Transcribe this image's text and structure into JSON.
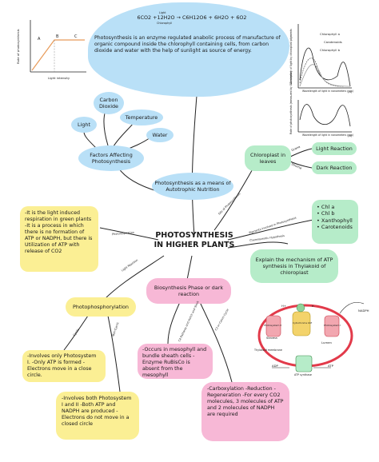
{
  "colors": {
    "blue": "#b9e0f7",
    "green": "#b6ecc9",
    "pink": "#f7b8d6",
    "yellow": "#fbef94",
    "ring": "#e23a4a",
    "membrane": "#8fd39a",
    "line": "#222222"
  },
  "top": {
    "equation": "6CO2 +12H2O → C6H12O6 + 6H2O + 6O2",
    "arrow_above": "Light",
    "arrow_below": "Chlorophyll",
    "definition": "Photosynthesis is an enzyme regulated anabolic process of manufacture of organic compound inside the chlorophyll containing cells, from carbon dioxide and water with the help of sunlight as source of energy."
  },
  "light_graph": {
    "ylabel": "Rate of photosynthesis",
    "xlabel": "Light intensity",
    "points": [
      "A",
      "B",
      "C"
    ]
  },
  "spectra": {
    "legend": [
      "Chlorophyll a",
      "Carotenoids",
      "Chlorophyll b"
    ],
    "top_ylabel": "Absorption of light by chloroplast pigments",
    "top_xlabel": "Wavelength of light in nanometers (nm)",
    "top_tag": "(a)",
    "bottom_ylabel": "Rate of photosynthesis (measured by O2 release)",
    "bottom_xlabel": "Wavelength of light in nanometers (nm)",
    "bottom_tag": "(b)",
    "ticks": [
      "400",
      "500",
      "600",
      "700"
    ]
  },
  "factors": {
    "title": "Factors Affecting Photosynthesis",
    "items": [
      "Carbon Dioxide",
      "Temperature",
      "Light",
      "Water"
    ]
  },
  "autotrophic": "Photosynthesis as a means of Autotrophic Nutrition",
  "chloroplast": {
    "title": "Chloroplast in leaves",
    "label_grana": "Grana",
    "label_stroma": "Stroma",
    "light_reaction": "Light Reaction",
    "dark_reaction": "Dark Reaction",
    "connector_label": "Site of Photosynthesis"
  },
  "pigments": {
    "connector_label": "Pigments involved in Photosynthesis",
    "items": [
      "Chl a",
      "Chl b",
      "Xanthophyll",
      "Carotenoids"
    ]
  },
  "center": {
    "title": "PHOTOSYNTHESIS IN HIGHER PLANTS"
  },
  "chemiosmotic": {
    "connector_label": "Chemiosmotic Hypothesis",
    "text": "Explain the mechanism of ATP synthesis in Thylakoid of chloroplast"
  },
  "photorespiration": {
    "connector_label": "Photorespiration",
    "text": "-It is the light induced respiration in green plants -It is a process in which there is no formation of ATP or NADPH, but there is Utilization of ATP with release of CO2"
  },
  "biosynthesis": {
    "title": "Biosynthesis Phase or dark reaction",
    "branch_c4": "C4 Pathway and Hatch and Slack",
    "branch_c3": "C3 or Calvin Cycle",
    "c4_text": "-Occurs in mesophyll and bundle sheath cells -Enzyme RuBisCo is absent from the mesophyll",
    "c3_text": "-Carboxylation -Reduction -Regeneration -For every CO2 molecules, 3 molecules of ATP and 2 molecules of NADPH are required"
  },
  "photophos": {
    "connector_label": "Light Reaction",
    "title": "Photophosphorylation",
    "branch_cyclic": "Cyclic",
    "branch_noncyclic": "Non-Cyclic",
    "cyclic_text": "-Involves only Photosystem I. -Only ATP is formed - Electrons move in a close circle.",
    "noncyclic_text": "-Involves both Photosystem I and II -Both ATP and NADPH are produced -Electrons do not move in a closed circle"
  },
  "membrane_diagram": {
    "labels": [
      "Stroma",
      "Thylakoid membrane",
      "Lumen",
      "NADPH",
      "ATP synthase",
      "ADP",
      "ATP",
      "Photosystem II",
      "Cytochrome b6f",
      "Photosystem I",
      "H+",
      "e-"
    ]
  }
}
